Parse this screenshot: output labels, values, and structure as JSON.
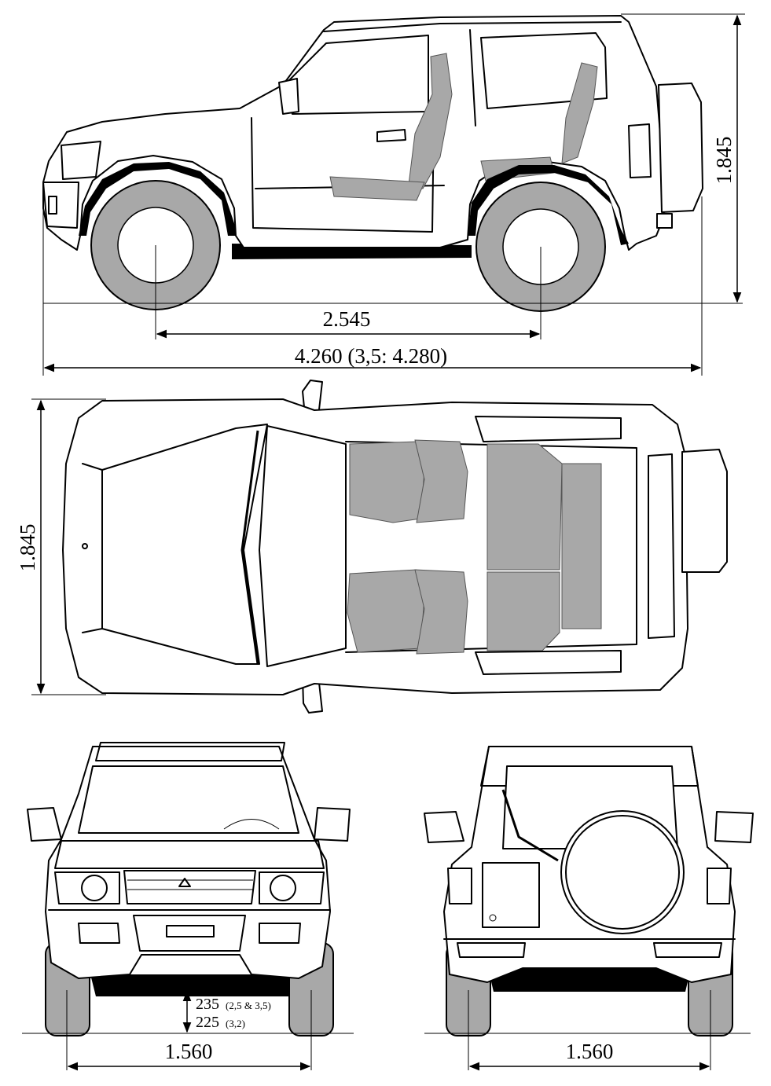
{
  "dimensions": {
    "side_wheelbase": "2.545",
    "side_length": "4.260 (3,5: 4.280)",
    "side_height": "1.845",
    "top_width": "1.845",
    "front_clearance_1": "235",
    "front_clearance_1_note": "(2,5 & 3,5)",
    "front_clearance_2": "225",
    "front_clearance_2_note": "(3,2)",
    "front_track": "1.560",
    "rear_track": "1.560"
  },
  "colors": {
    "line": "#000000",
    "tyre": "#a8a8a8",
    "background": "#ffffff"
  }
}
